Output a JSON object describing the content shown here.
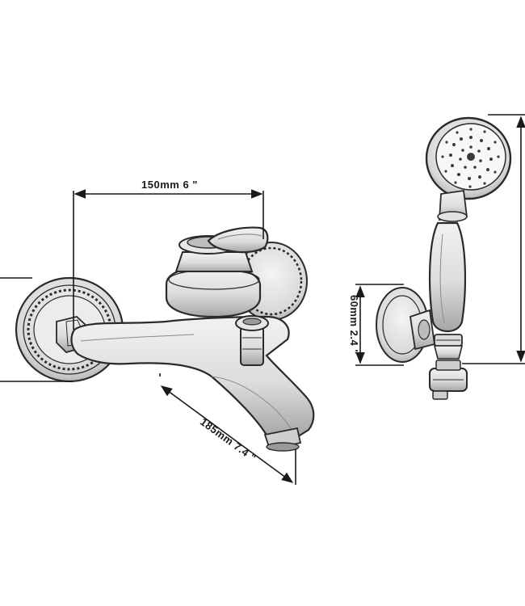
{
  "dimensions": {
    "faucet_width": "150mm 6 \"",
    "spout_length": "185mm 7.4 \"",
    "bracket_height": "60mm 2.4 \""
  },
  "colors": {
    "ink": "#2a2a2a",
    "shade": "#d6d6d6",
    "paper": "#ffffff"
  }
}
